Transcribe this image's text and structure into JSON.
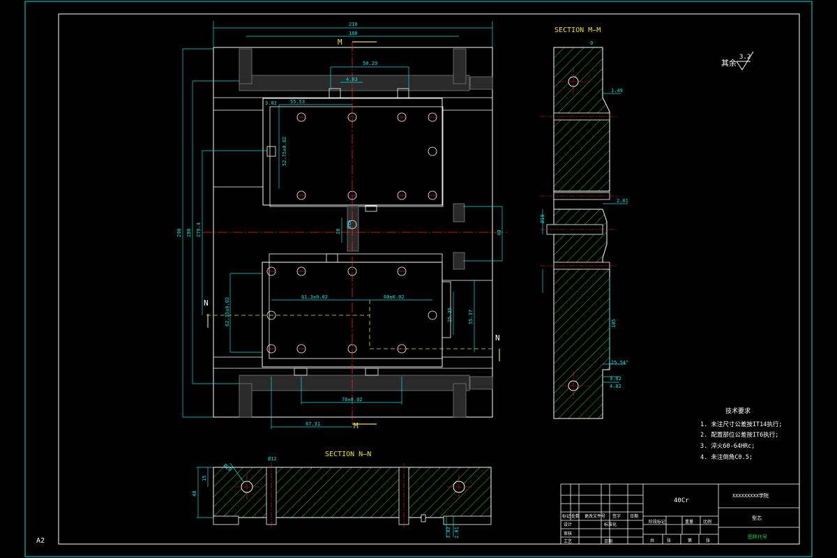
{
  "sheet": {
    "size_label": "A2",
    "roughness_note": "其余",
    "roughness_value": "3.2"
  },
  "sections": {
    "mm_title": "SECTION M—M",
    "nn_title": "SECTION N—N",
    "cut_m_top": "M",
    "cut_m_bottom": "M",
    "cut_n_left": "N",
    "cut_n_right": "N"
  },
  "dims_plan": {
    "d210": "210",
    "d160": "160",
    "d5029": "50.29",
    "d483": "4.83",
    "d5553": "55.53",
    "d302": "3.02",
    "d5275": "52.75±0.02",
    "d290": "290",
    "d280": "280",
    "d2794": "279.4",
    "d28": "28",
    "d40": "40",
    "d613": "61.3±0.02",
    "d60": "60±0.02",
    "d6235": "62.35±0.02",
    "d2535": "25.35",
    "d5537": "55.37",
    "d76": "76±0.02",
    "d6731": "67.31",
    "d16": "Ø16"
  },
  "dims_mm": {
    "d1449": "1.49",
    "d201": "2.01",
    "d602": "3.02",
    "d402": "4.02",
    "d2554": "25.54°",
    "d105": "105",
    "d0": "0",
    "d10": "Ø10"
  },
  "dims_nn": {
    "d40": "40",
    "d15": "15",
    "d28": "Ø28",
    "d12": "Ø12",
    "d302": "3.02",
    "d201": "2.01"
  },
  "tech_req": {
    "title": "技术要求",
    "items": [
      "1. 未注尺寸公差按IT14执行;",
      "2. 配置部位公差按IT6执行;",
      "3. 淬火60-64HRc;",
      "4. 未注倒角C0.5;"
    ]
  },
  "title_block": {
    "material": "40Cr",
    "school": "XXXXXXXXX学院",
    "part_name": "型芯",
    "drawing_no": "图样代号",
    "row_labels": [
      "标记",
      "处数",
      "更改文件号",
      "签字",
      "日期"
    ],
    "design": "设计",
    "standard": "标准化",
    "check": "审核",
    "process": "工艺",
    "date": "日期",
    "stage_mark": "阶段标记",
    "weight": "重量",
    "scale": "比例",
    "total": "共",
    "sheets": "张",
    "sheet_no": "第",
    "sheet_of": "张"
  },
  "colors": {
    "border": "#00e5e5",
    "outline": "#ffffff",
    "center": "#ff2020",
    "hatch": "#20d040",
    "hidden": "#f0e020"
  }
}
